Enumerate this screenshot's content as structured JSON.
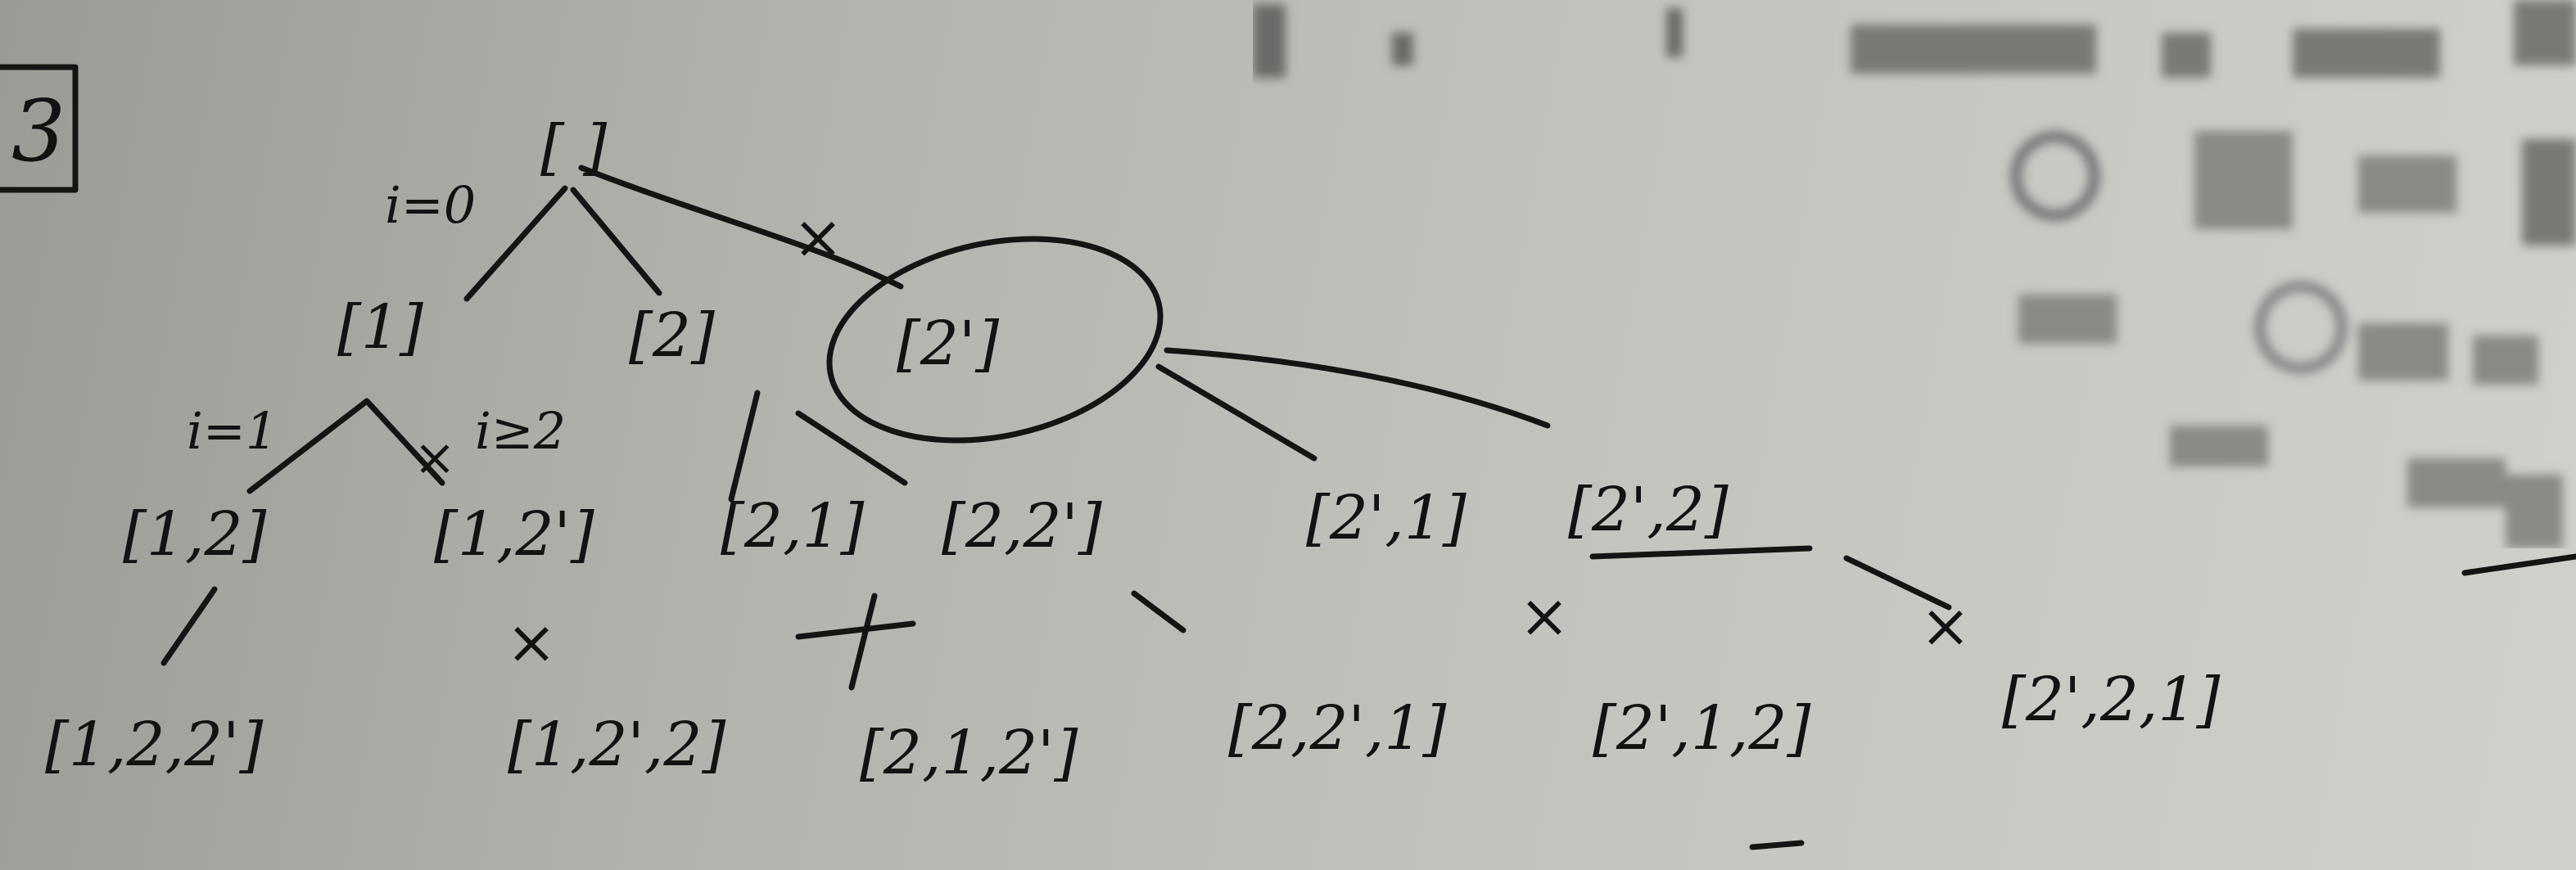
{
  "problem_number": "3",
  "root": "[ ]",
  "level_labels": [
    "i=0",
    "i=1",
    "i≥2"
  ],
  "tree": {
    "level1": [
      "[1]",
      "[2]",
      "[2']"
    ],
    "level2": [
      "[1,2]",
      "[1,2']",
      "[2,1]",
      "[2,2']",
      "[2',1]",
      "[2',2]"
    ],
    "level3": [
      "[1,2,2']",
      "[1,2',2]",
      "[2,1,2']",
      "[2,2',1]",
      "[2',1,2]",
      "[2',2,1]"
    ]
  },
  "pruned_marks": [
    "×",
    "×",
    "×",
    "×",
    "×"
  ]
}
